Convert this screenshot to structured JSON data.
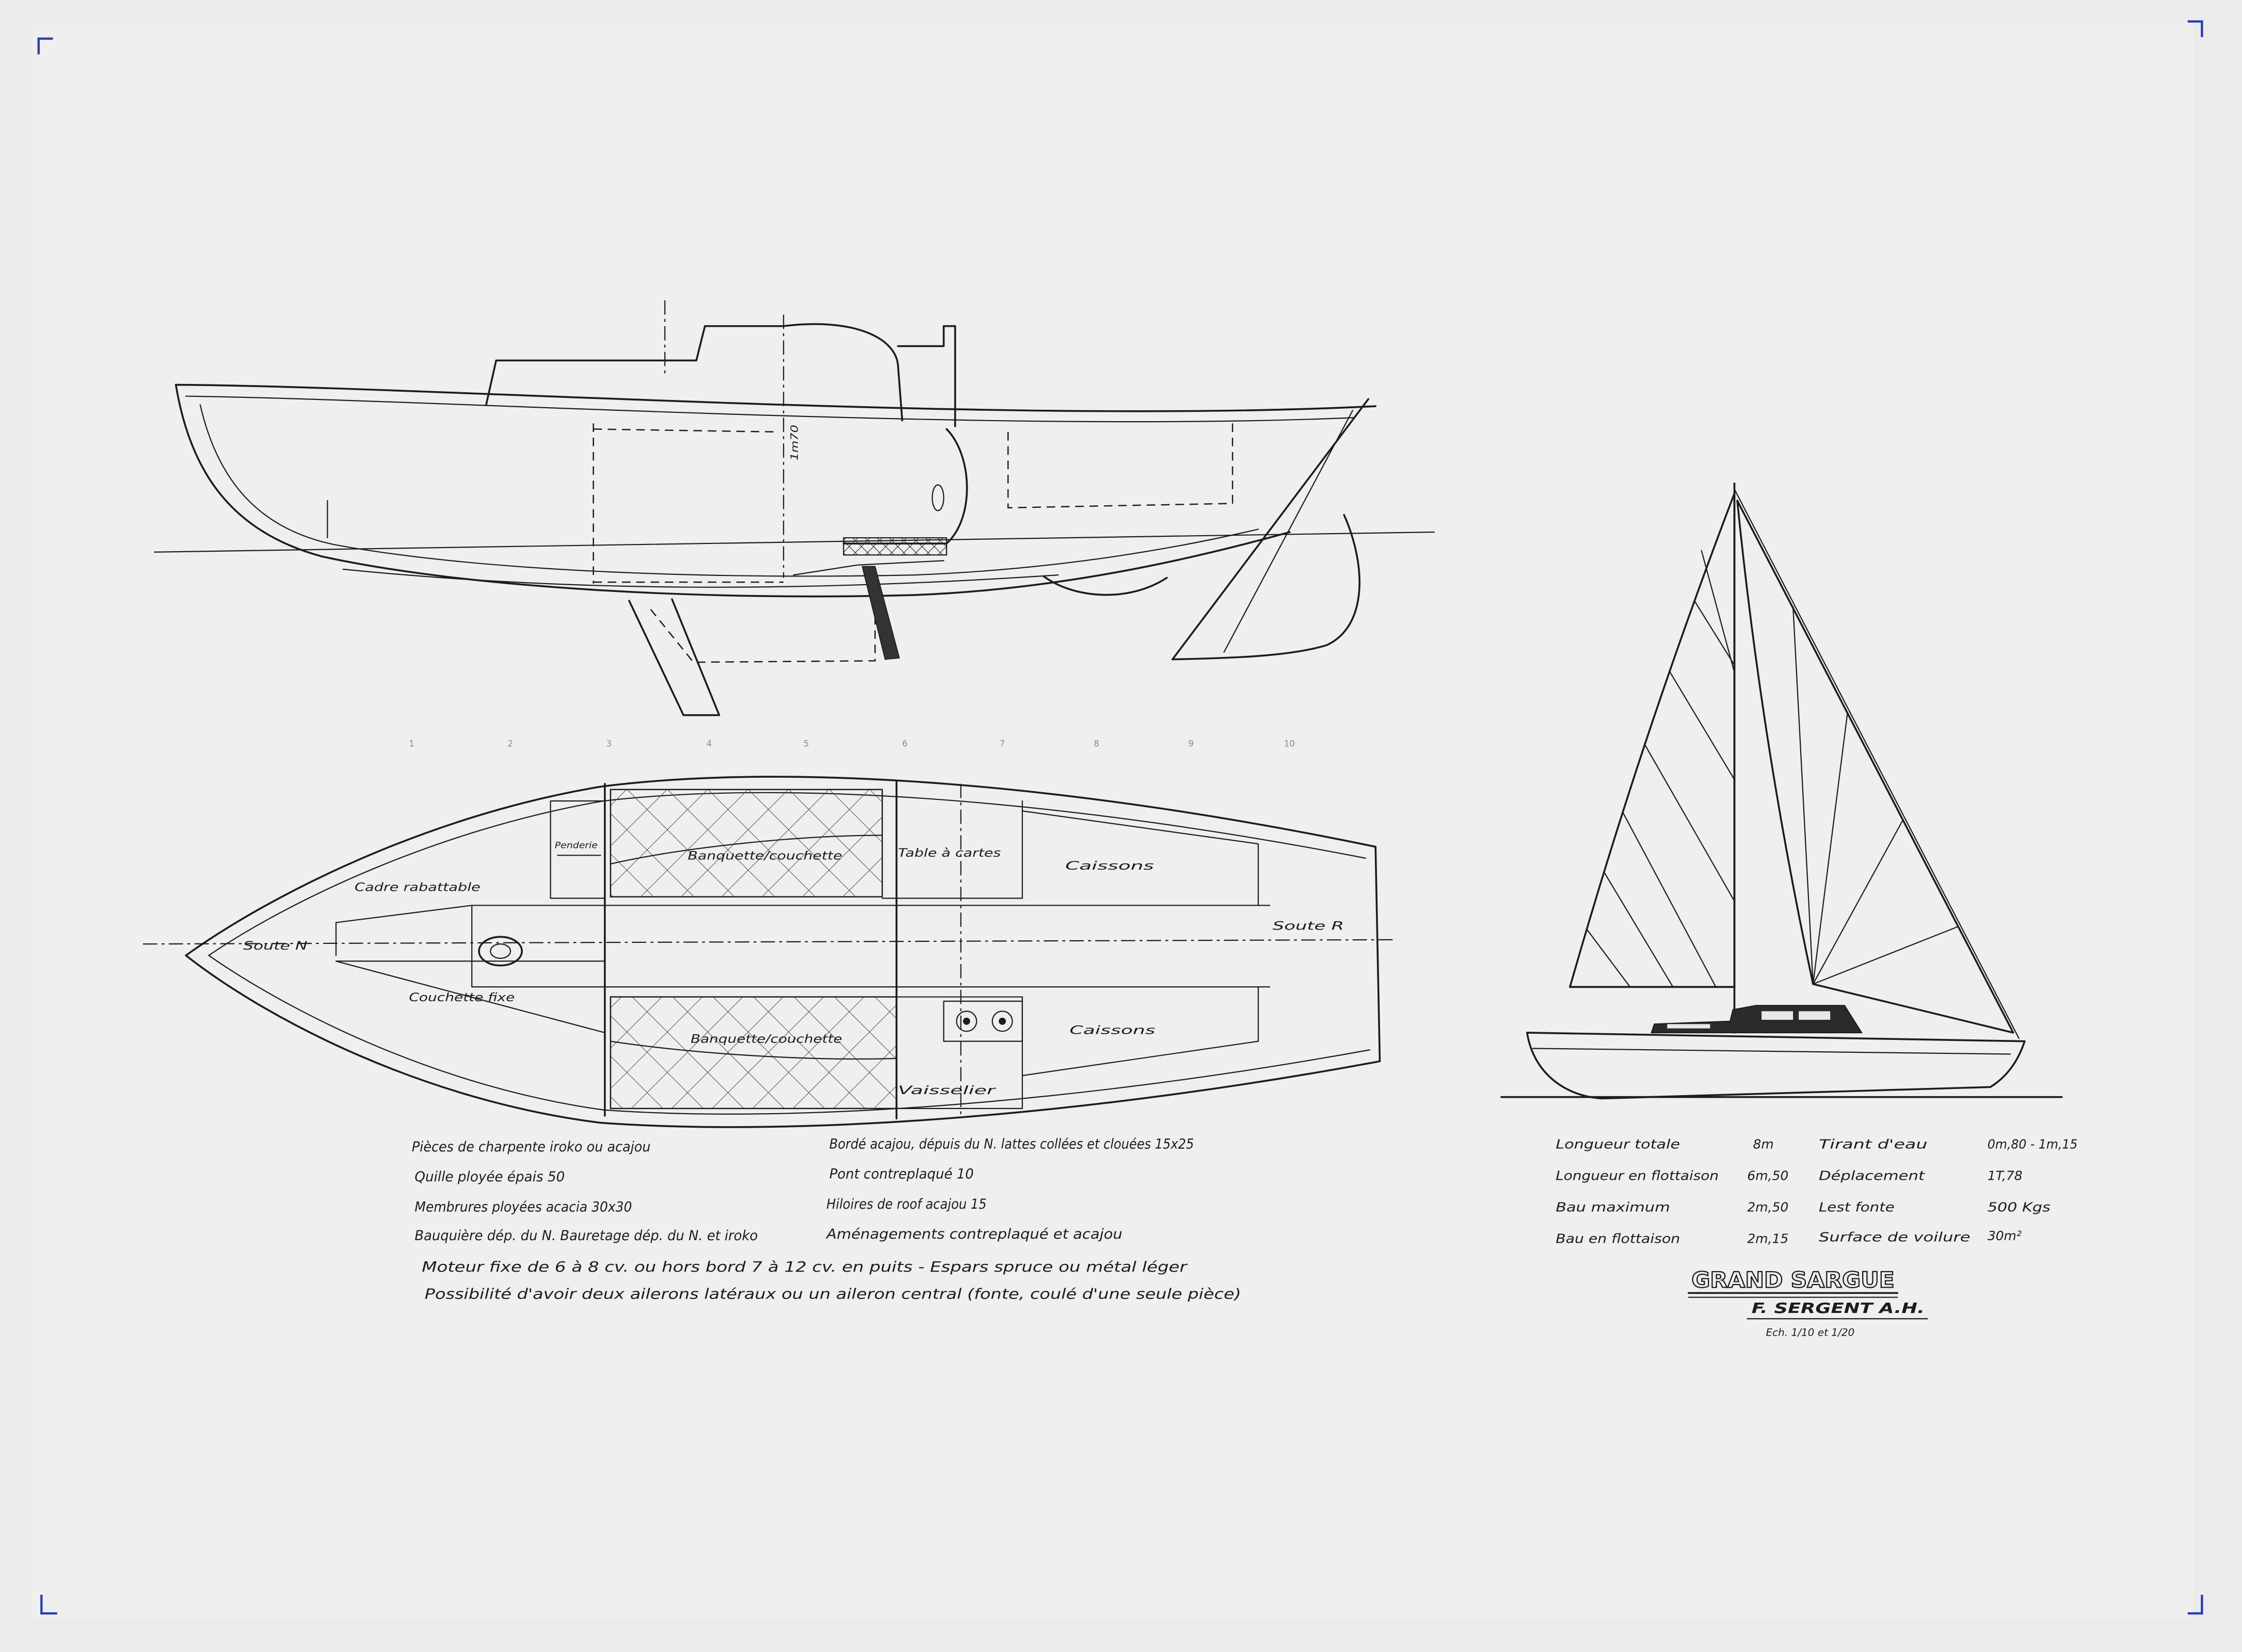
{
  "colors": {
    "paper": "#ebebec",
    "sheet": "#efeff0",
    "ink": "#1c1c1c",
    "faint_ink": "#8a8a8c",
    "corner_mark": "#2b3fb0"
  },
  "profile": {
    "headroom_label": "1m70",
    "stations": [
      "1",
      "2",
      "3",
      "4",
      "5",
      "6",
      "7",
      "8",
      "9",
      "10"
    ]
  },
  "plan": {
    "penderie": "Penderie",
    "banquette_top": "Banquette/couchette",
    "table_cartes": "Table à cartes",
    "caissons_top": "Caissons",
    "cadre": "Cadre rabattable",
    "soute_n": "Soute N",
    "soute_r": "Soute R",
    "couchette_fixe": "Couchette fixe",
    "banquette_bottom": "Banquette/couchette",
    "caissons_bottom": "Caissons",
    "vaisselier": "Vaisselier"
  },
  "notes": {
    "left": [
      "Pièces de charpente iroko ou acajou",
      "Quille ployée épais 50",
      "Membrures ployées acacia 30x30",
      "Bauquière dép. du N. Bauretage dép. du N. et iroko"
    ],
    "right": [
      "Bordé acajou, dépuis du N. lattes collées et clouées 15x25",
      "Pont contreplaqué 10",
      "Hiloires de roof acajou 15",
      "Aménagements contreplaqué et acajou"
    ],
    "full": [
      "Moteur fixe de 6 à 8 cv. ou hors bord 7 à 12 cv. en puits - Espars spruce ou métal léger",
      "Possibilité d'avoir deux ailerons latéraux ou un aileron central (fonte, coulé d'une seule pièce)"
    ]
  },
  "specs": {
    "left": [
      {
        "label": "Longueur totale",
        "value": "8m"
      },
      {
        "label": "Longueur en flottaison",
        "value": "6m,50"
      },
      {
        "label": "Bau maximum",
        "value": "2m,50"
      },
      {
        "label": "Bau en flottaison",
        "value": "2m,15"
      }
    ],
    "right": [
      {
        "label": "Tirant d'eau",
        "value": "0m,80 - 1m,15"
      },
      {
        "label": "Déplacement",
        "value": "1T,78"
      },
      {
        "label": "Lest fonte",
        "value": "500 Kgs"
      },
      {
        "label": "Surface de voilure",
        "value": "30m²"
      }
    ]
  },
  "title_block": {
    "name": "GRAND SARGUE",
    "designer": "F. SERGENT  A.H.",
    "scale": "Ech. 1/10 et 1/20"
  }
}
